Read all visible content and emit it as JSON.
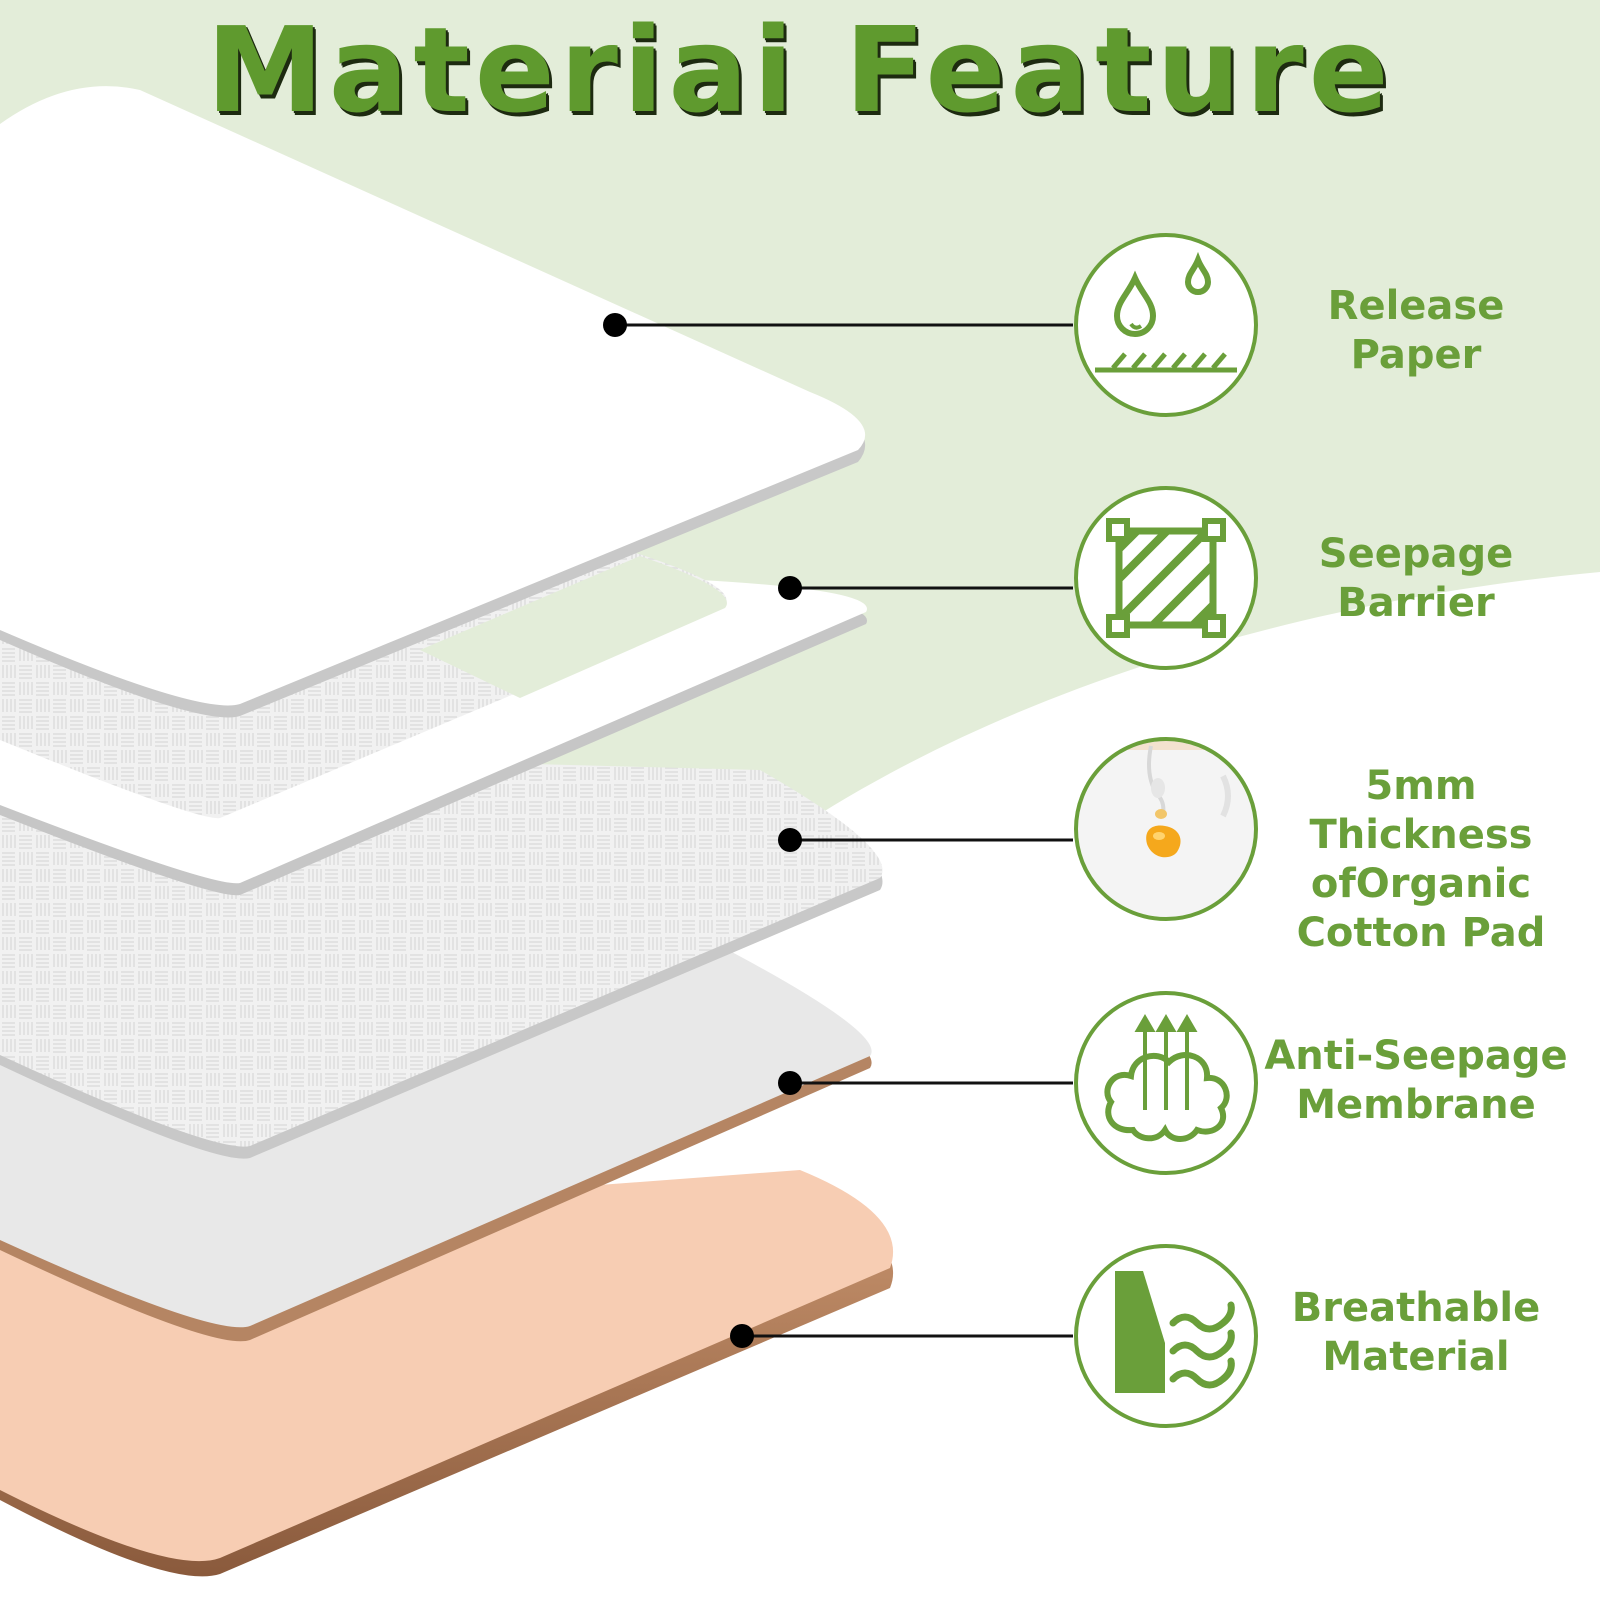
{
  "title": "Materiai Feature",
  "colors": {
    "accent_green": "#6a9f3a",
    "background_green": "#e3edd9",
    "skin_layer": "#f7cdb3",
    "film_layer": "#e8e8e8"
  },
  "features": [
    {
      "icon": "water-drop-icon",
      "lines": [
        "Release",
        "Paper"
      ]
    },
    {
      "icon": "hatched-square-icon",
      "lines": [
        "Seepage",
        "Barrier"
      ]
    },
    {
      "icon": "cotton-drop-photo-icon",
      "lines": [
        "5mm Thickness",
        "ofOrganic",
        "Cotton Pad"
      ]
    },
    {
      "icon": "cloud-arrows-icon",
      "lines": [
        "Anti-Seepage",
        "Membrane"
      ]
    },
    {
      "icon": "wall-wind-icon",
      "lines": [
        "Breathable",
        "Material"
      ]
    }
  ]
}
